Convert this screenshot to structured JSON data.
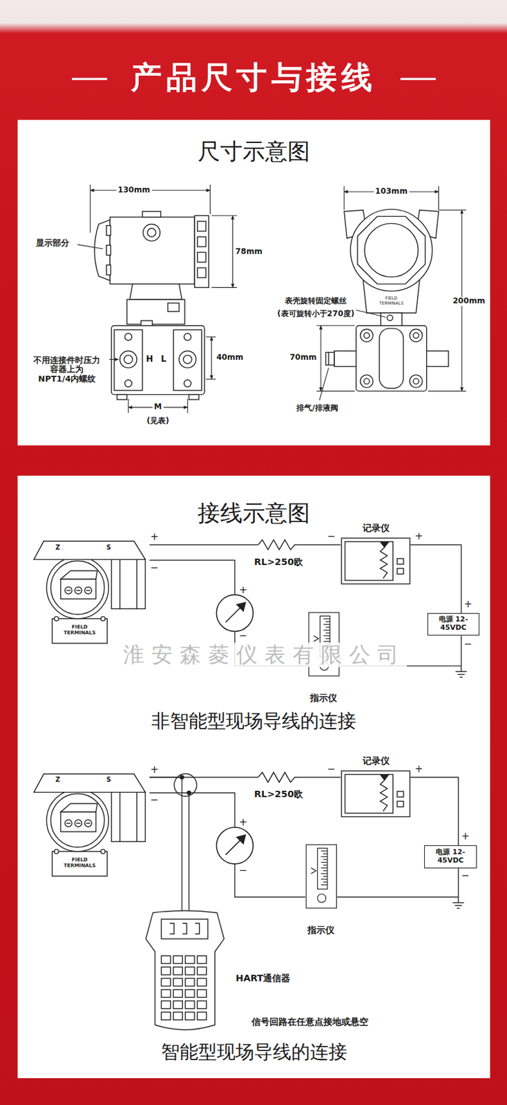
{
  "diagram": {
    "title": "产品尺寸与接线",
    "nodes": [
      {
        "text": [
          "Z",
          "S",
          "FIELD TERMINALS"
        ]
      },
      {
        "text": [
          "记录仪"
        ]
      },
      {
        "text": [
          "电源 12-45VDC"
        ]
      },
      {
        "text": [
          "指示仪"
        ]
      },
      {
        "text": [
          "Z",
          "S",
          "FIELD TERMINALS"
        ]
      },
      {
        "text": [
          "记录仪"
        ]
      },
      {
        "text": [
          "电源 12-45VDC"
        ]
      },
      {
        "text": [
          "指示仪"
        ]
      },
      {
        "text": [
          "HART通信器"
        ]
      }
    ],
    "edges": [
      {
        "from": 0,
        "to": 1,
        "arrow": "none",
        "label": "RL>250欧"
      },
      {
        "from": 1,
        "to": 2,
        "arrow": "none"
      },
      {
        "from": 2,
        "to": 3,
        "arrow": "none"
      },
      {
        "from": 0,
        "to": 3,
        "arrow": "none"
      },
      {
        "from": 4,
        "to": 5,
        "arrow": "none",
        "label": "RL>250欧"
      },
      {
        "from": 5,
        "to": 6,
        "arrow": "none"
      },
      {
        "from": 6,
        "to": 7,
        "arrow": "none"
      },
      {
        "from": 4,
        "to": 7,
        "arrow": "none"
      },
      {
        "from": 4,
        "to": 8,
        "arrow": "none"
      }
    ],
    "labels": [
      "尺寸示意图",
      "130mm",
      "显示部分",
      "78mm",
      "H",
      "L",
      "40mm",
      "不用连接件时压力 容器上为 NPT1/4内螺纹",
      "M",
      "(见表)",
      "103mm",
      "FIELD TERMINALS",
      "表壳旋转固定螺丝",
      "(表可旋转小于270度)",
      "200mm",
      "70mm",
      "排气/排液阀",
      "接线示意图",
      "+",
      "−",
      "−",
      "+",
      "+",
      "−",
      "+",
      "−",
      "淮安森菱仪表有限公司",
      "非智能型现场导线的连接",
      "+",
      "−",
      "−",
      "+",
      "+",
      "−",
      "+",
      "−",
      "信号回路在任意点接地或悬空",
      "智能型现场导线的连接"
    ]
  }
}
